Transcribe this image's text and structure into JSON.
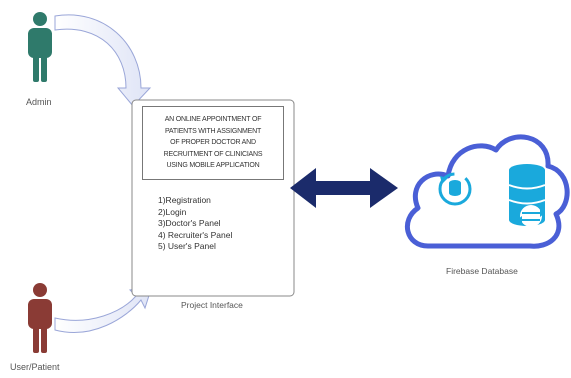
{
  "actors": {
    "admin": {
      "label": "Admin",
      "color": "#2f7a6b"
    },
    "user": {
      "label": "User/Patient",
      "color": "#8a3b35"
    }
  },
  "project": {
    "title_lines": [
      "AN ONLINE APPOINTMENT OF",
      "PATIENTS WITH ASSIGNMENT",
      "OF PROPER DOCTOR AND",
      "RECRUITMENT OF CLINICIANS",
      "USING MOBILE APPLICATION"
    ],
    "modules": [
      "1)Registration",
      "2)Login",
      "3)Doctor's Panel",
      "4) Recruiter's Panel",
      "5) User's Panel"
    ],
    "label": "Project Interface"
  },
  "database": {
    "label": "Firebase Database",
    "cloud_color": "#4a5fd6",
    "icon_color": "#1aa9dc"
  },
  "connector": {
    "type": "bidirectional-arrow",
    "color": "#1b2b6b"
  }
}
